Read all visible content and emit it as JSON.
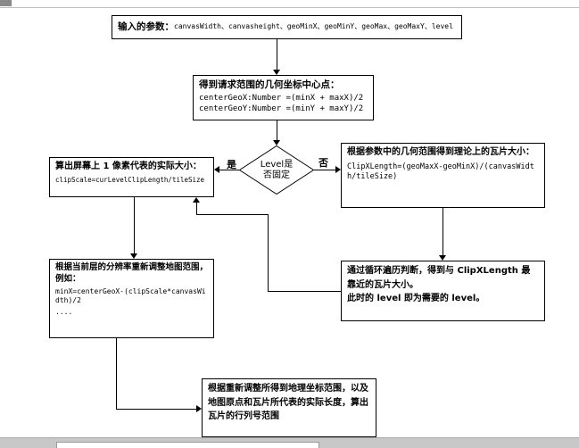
{
  "flowchart": {
    "input_box": {
      "label": "输入的参数：",
      "code": "canvasWidth、canvasheight、geoMinX、geoMinY、geoMax、geoMaxY、level"
    },
    "center_box": {
      "label": "得到请求范围的几何坐标中心点：",
      "code_line1": "centerGeoX:Number =(minX + maxX)/2",
      "code_line2": "centerGeoY:Number =(minY + maxY)/2"
    },
    "decision": {
      "line1": "Level是",
      "line2": "否固定",
      "yes_label": "是",
      "no_label": "否"
    },
    "scale_box": {
      "label": "算出屏幕上 1 像素代表的实际大小：",
      "code": "clipScale=curLevelClipLength/tileSize"
    },
    "clip_box": {
      "label": "根据参数中的几何范围得到理论上的瓦片大小：",
      "code": "ClipXLength=(geoMaxX-geoMinX)/(canvasWidth/tileSize)"
    },
    "loop_box": {
      "line1": "通过循环遍历判断，得到与 ClipXLength 最靠近的瓦片大小。",
      "line2": "此时的 level 即为需要的 level。"
    },
    "adjust_box": {
      "label_line1": "根据当前层的分辨率重新调整地图范围，",
      "label_line2": "例如：",
      "code_line1": "minX=centerGeoX-(clipScale*canvasWidth)/2",
      "code_line2": "...."
    },
    "rowcol_box": {
      "label": "根据重新调整所得到地理坐标范围，以及地图原点和瓦片所代表的实际长度，算出瓦片的行列号范围"
    }
  }
}
